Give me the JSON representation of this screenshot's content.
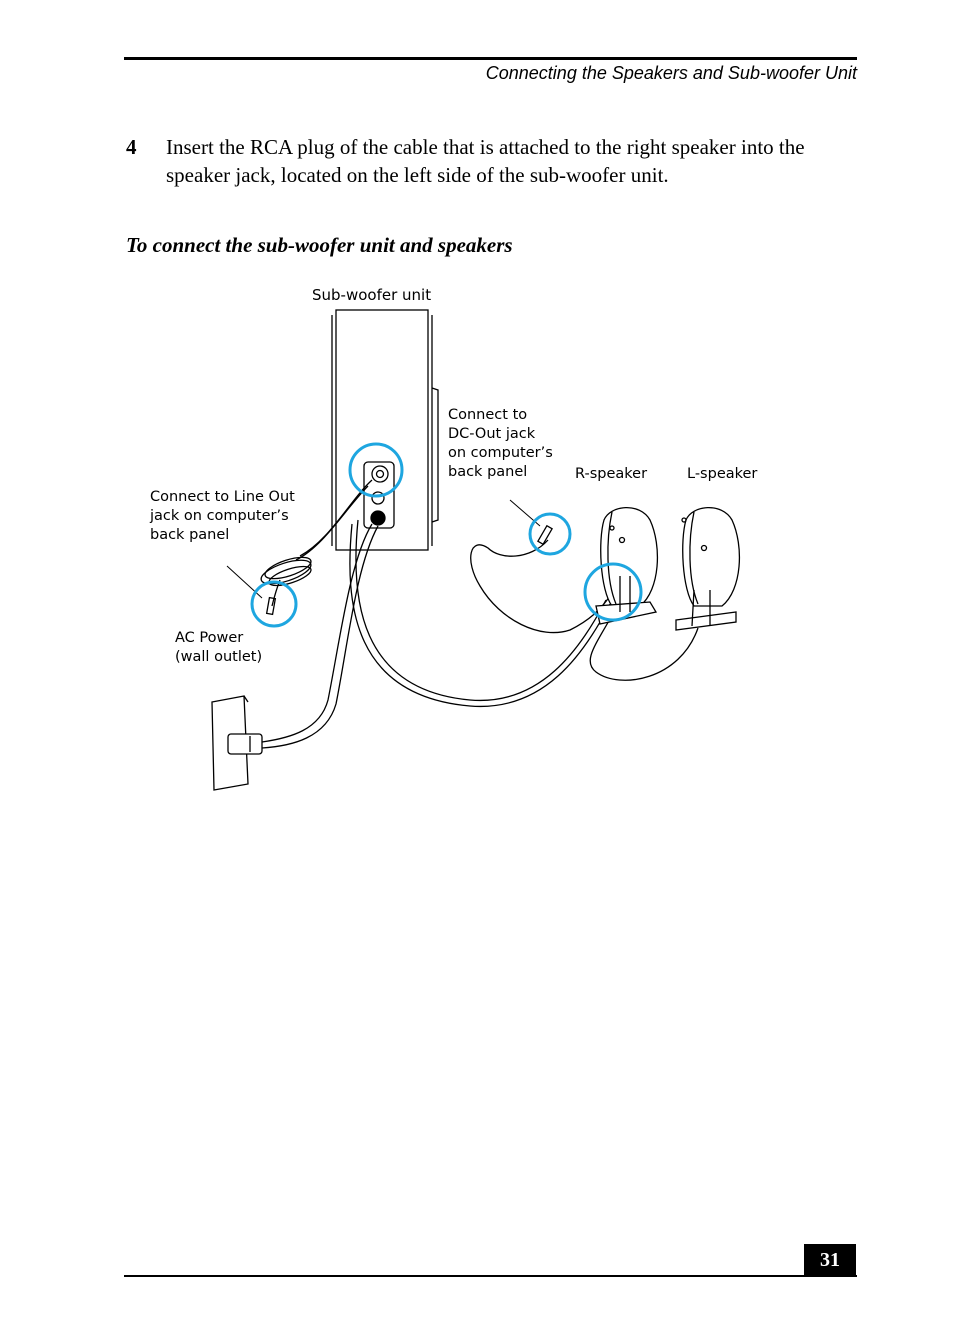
{
  "header": {
    "title": "Connecting the Speakers and Sub-woofer Unit"
  },
  "step": {
    "number": "4",
    "text": "Insert the RCA plug of the cable that is attached to the right speaker into the speaker jack, located on the left side of the sub-woofer unit."
  },
  "section": {
    "title": "To connect the sub-woofer unit and speakers"
  },
  "figure": {
    "subwoofer_label": "Sub-woofer unit",
    "dc_out_label": [
      "Connect to",
      "DC-Out jack",
      "on computer’s",
      "back panel"
    ],
    "r_speaker_label": "R-speaker",
    "l_speaker_label": "L-speaker",
    "line_out_label": [
      "Connect to Line Out",
      "jack on computer’s",
      "back panel"
    ],
    "ac_power_label": [
      "AC Power",
      "(wall outlet)"
    ],
    "highlight_color": "#1ea6e0"
  },
  "footer": {
    "page_number": "31"
  }
}
